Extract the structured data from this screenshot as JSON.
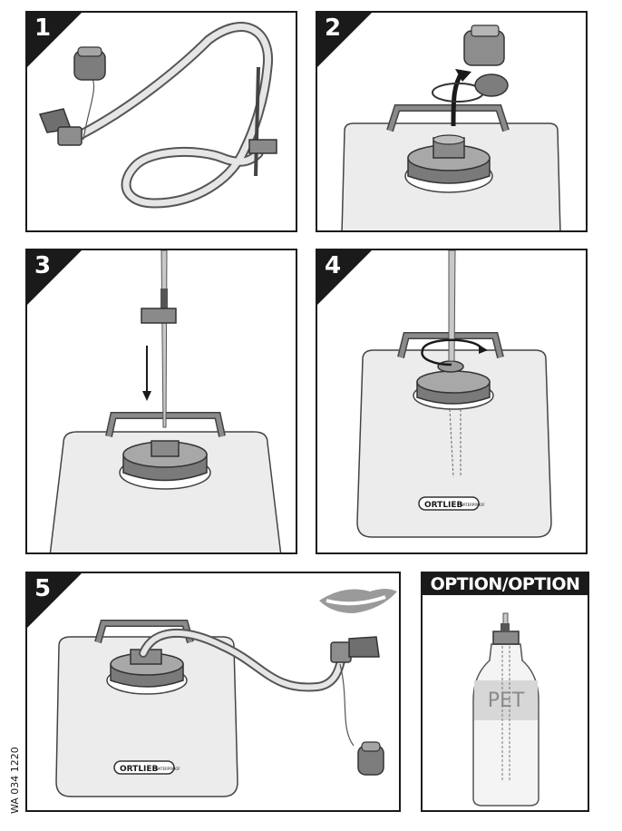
{
  "steps": [
    {
      "number": "1"
    },
    {
      "number": "2"
    },
    {
      "number": "3"
    },
    {
      "number": "4"
    },
    {
      "number": "5"
    }
  ],
  "option": {
    "title": "OPTION/OPTION",
    "bottle_label": "PET"
  },
  "brand": {
    "logo_text": "ORTLIEB",
    "logo_sub": "WATERPROOF"
  },
  "doc_code": "WA 034 1220"
}
